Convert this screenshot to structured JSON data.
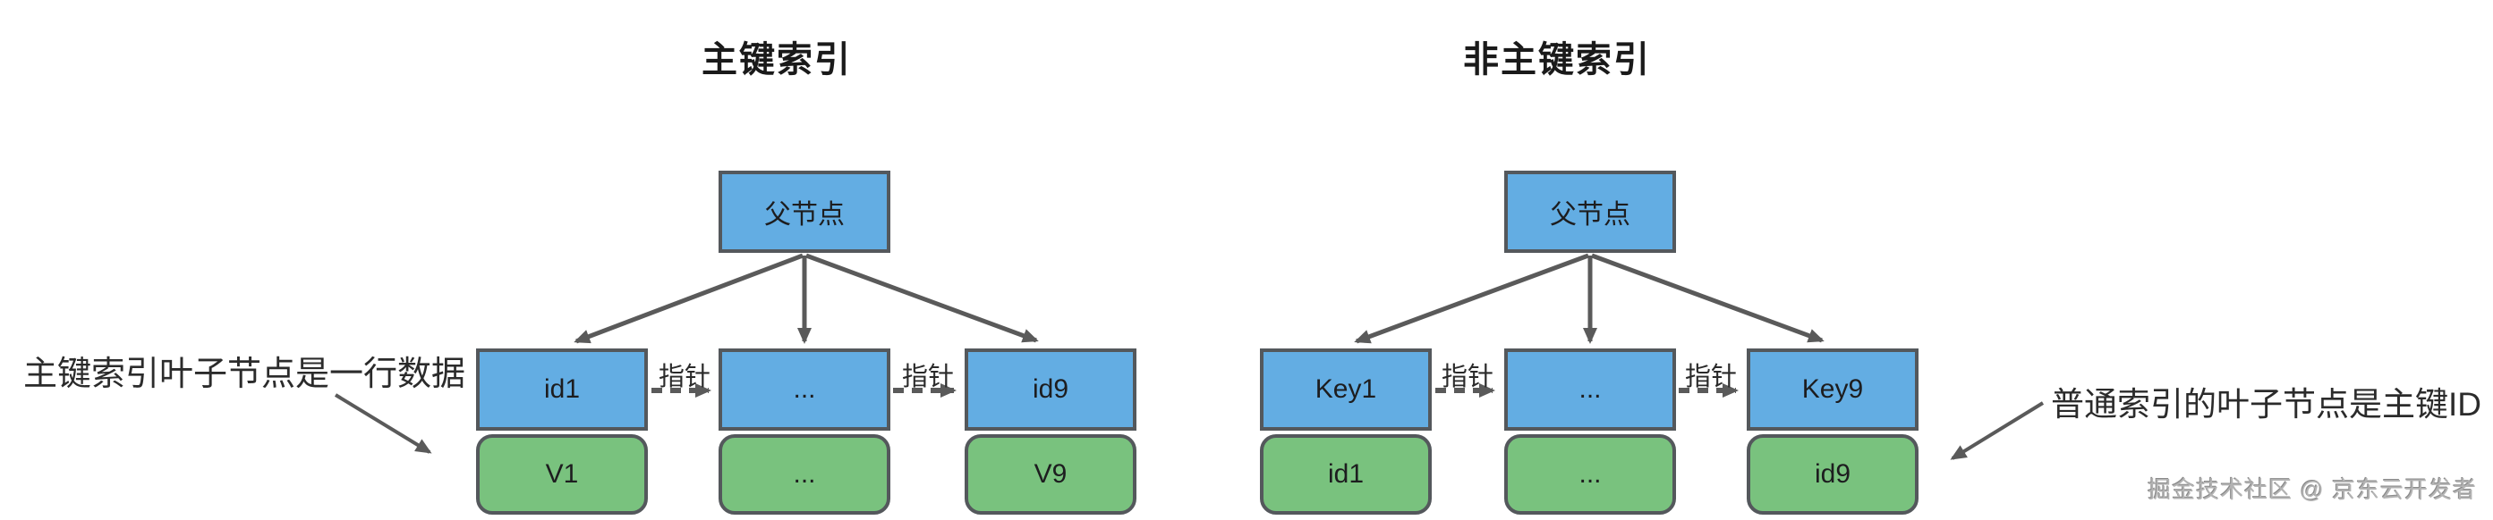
{
  "left": {
    "title": "主键索引",
    "parent": "父节点",
    "pointer": "指针",
    "leaves": [
      {
        "key": "id1",
        "value": "V1"
      },
      {
        "key": "...",
        "value": "..."
      },
      {
        "key": "id9",
        "value": "V9"
      }
    ],
    "annotation": "主键索引叶子节点是一行数据"
  },
  "right": {
    "title": "非主键索引",
    "parent": "父节点",
    "pointer": "指针",
    "leaves": [
      {
        "key": "Key1",
        "value": "id1"
      },
      {
        "key": "...",
        "value": "..."
      },
      {
        "key": "Key9",
        "value": "id9"
      }
    ],
    "annotation": "普通索引的叶子节点是主键ID"
  },
  "watermark": "掘金技术社区 @ 京东云开发者",
  "colors": {
    "node_blue": "#63ADE3",
    "node_green": "#79C27E",
    "node_border": "#54585C",
    "arrow": "#5A5A5A",
    "text": "#1D1D1F",
    "title": "#1A1A1A",
    "watermark": "#B3B3B3"
  }
}
